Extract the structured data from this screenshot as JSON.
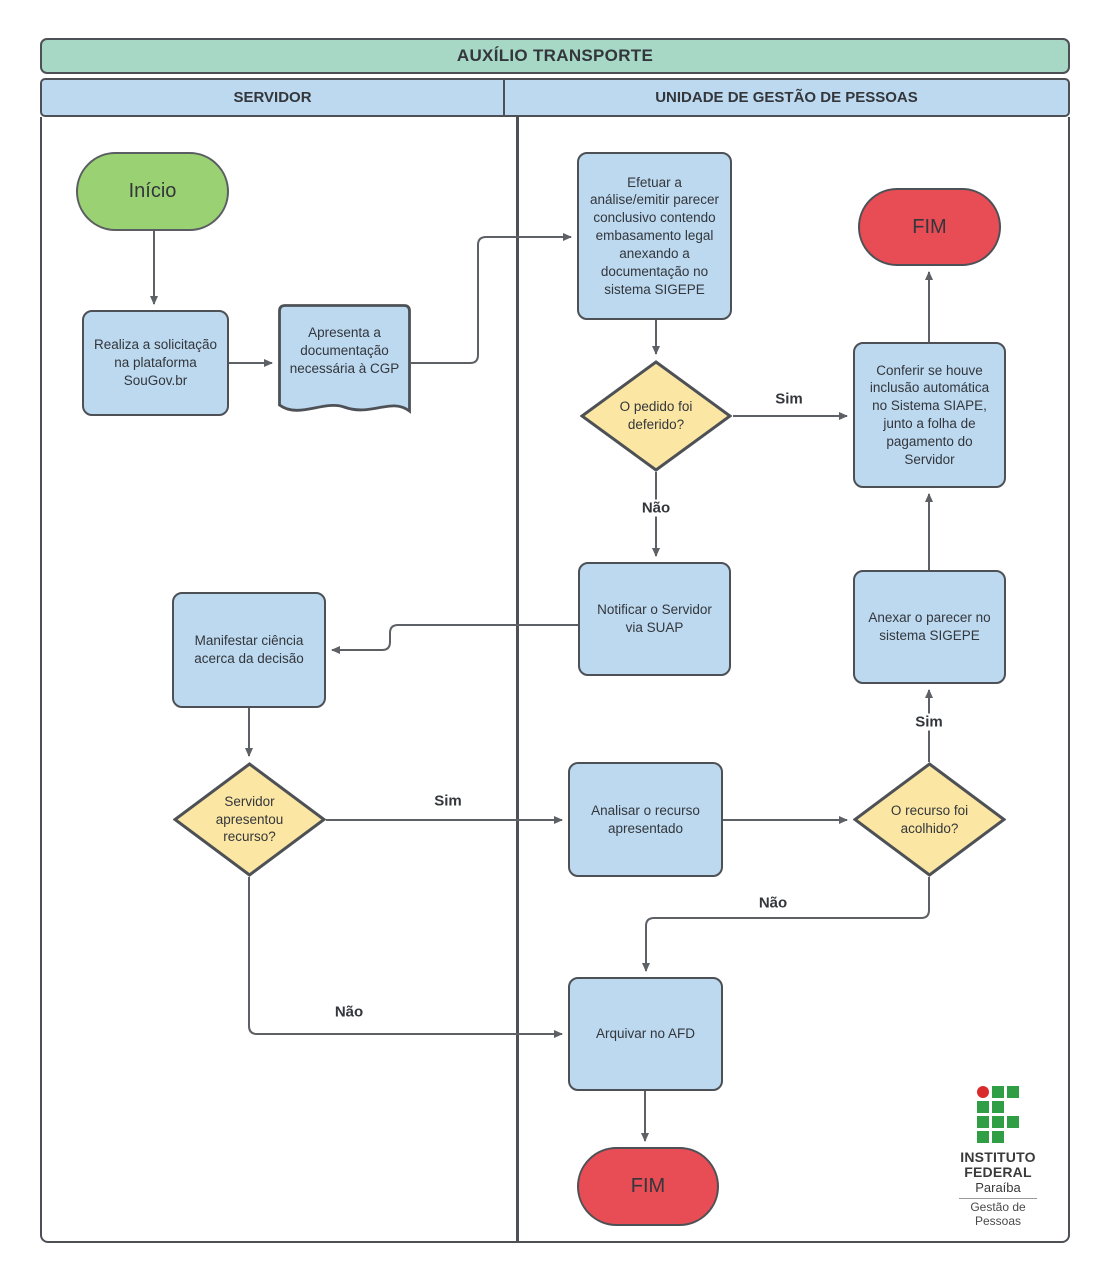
{
  "title": "AUXÍLIO TRANSPORTE",
  "lanes": {
    "servidor": "SERVIDOR",
    "ugp": "UNIDADE DE GESTÃO DE PESSOAS"
  },
  "nodes": {
    "inicio": "Início",
    "realiza": "Realiza a solicitação na plataforma SouGov.br",
    "apresenta": "Apresenta a documentação necessária à CGP",
    "efetuar": "Efetuar a análise/emitir parecer conclusivo contendo embasamento legal anexando a documentação no sistema SIGEPE",
    "deferido": "O pedido foi deferido?",
    "fim_top": "FIM",
    "conferir": "Conferir se houve inclusão automática no Sistema SIAPE, junto a folha de pagamento do Servidor",
    "notificar": "Notificar o Servidor via SUAP",
    "anexar": "Anexar o parecer no sistema SIGEPE",
    "manifestar": "Manifestar ciência acerca da decisão",
    "recurso": "Servidor apresentou recurso?",
    "analisar": "Analisar o recurso apresentado",
    "acolhido": "O recurso foi acolhido?",
    "arquivar": "Arquivar no AFD",
    "fim_bottom": "FIM"
  },
  "edge_labels": {
    "yes": "Sim",
    "no": "Não"
  },
  "logo": {
    "institution_line1": "INSTITUTO",
    "institution_line2": "FEDERAL",
    "region": "Paraíba",
    "dept_line1": "Gestão de",
    "dept_line2": "Pessoas"
  },
  "colors": {
    "header_teal": "#a7d7c5",
    "lane_blue": "#bdd9f0",
    "process_blue": "#bcd9f0",
    "decision_yellow": "#fbe7a3",
    "start_green": "#9ad273",
    "end_red": "#e84c55",
    "shape_border": "#4d5156",
    "connector_gray": "#5d6165",
    "logo_green": "#2f9e45",
    "logo_red": "#d92b2b"
  }
}
